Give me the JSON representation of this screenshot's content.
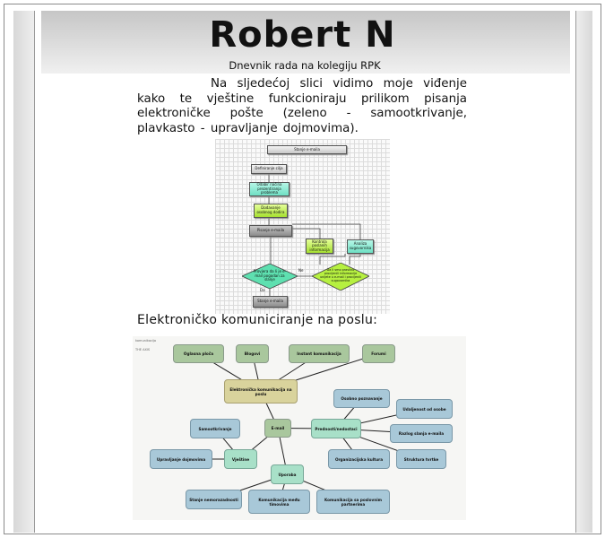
{
  "header": {
    "title": "Robert N",
    "subtitle": "Dnevnik rada na kolegiju RPK"
  },
  "intro": "Na sljedećoj slici vidimo moje viđenje kako te vještine funkcioniraju prilikom pisanja elektroničke pošte (zeleno - samootkrivanje, plavkasto - upravljanje dojmovima).",
  "flowchart": {
    "nodes": [
      "Stanje e-maila",
      "Definiranje cilja",
      "Odabir načina prezentiranja problema",
      "Dodavanje osobnog dodira",
      "Pisanje e-maila",
      "Kontrola poslanih informacija",
      "Analiza sugovornika",
      "Provjera da li je e-mail pogodan za slanje",
      "Da li smo pravilno procijenili informacije unijete u e-mail i procijenili sugovornika",
      "Stanje e-maila"
    ],
    "labels": {
      "no": "Ne",
      "yes": "Da"
    }
  },
  "caption": "Elektroničko komuniciranje na poslu:",
  "mindmap": {
    "corner": [
      "komunikacija",
      "THE AXIS"
    ],
    "nodes": [
      "Oglasna ploča",
      "Blogovi",
      "Instant komunikacija",
      "Forumi",
      "Elektronička komunikacija na poslu",
      "Osobno poznavanje",
      "Udaljenost od osobe",
      "E-mail",
      "Prednosti/nedostaci",
      "Razlog slanja e-maila",
      "Samootkrivanje",
      "Upravljanje dojmovima",
      "Vještine",
      "Organizacijska kultura",
      "Struktura tvrtke",
      "Uporaba",
      "Stanje nemorazadnosti",
      "Komunikacija među timovima",
      "Komunikacija sa poslovnim partnerima"
    ],
    "edges": [
      [
        0,
        4
      ],
      [
        1,
        4
      ],
      [
        2,
        4
      ],
      [
        3,
        4
      ],
      [
        4,
        7
      ],
      [
        7,
        8
      ],
      [
        8,
        5
      ],
      [
        8,
        6
      ],
      [
        8,
        9
      ],
      [
        8,
        13
      ],
      [
        8,
        14
      ],
      [
        7,
        12
      ],
      [
        12,
        10
      ],
      [
        12,
        11
      ],
      [
        7,
        15
      ],
      [
        15,
        16
      ],
      [
        15,
        17
      ],
      [
        15,
        18
      ]
    ]
  }
}
